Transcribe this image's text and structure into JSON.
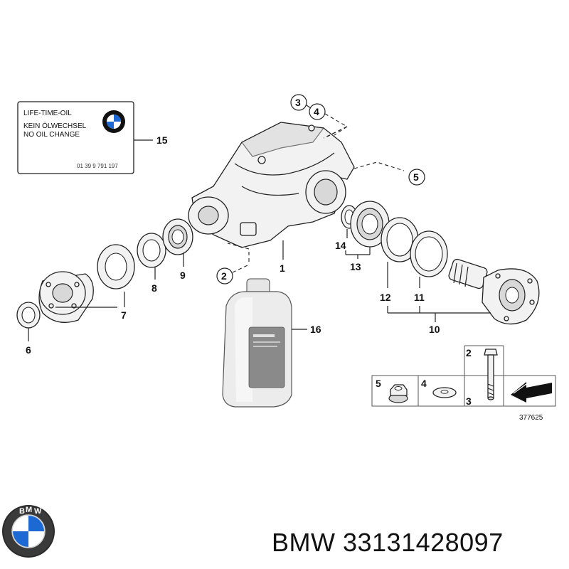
{
  "sticker": {
    "line1": "LIFE-TIME-OIL",
    "line2": "KEIN ÖLWECHSEL",
    "line3": "NO OIL CHANGE",
    "part_number": "01 39 9 791 197"
  },
  "callouts": {
    "c1": "1",
    "c2": "2",
    "c3": "3",
    "c4": "4",
    "c5": "5",
    "c6": "6",
    "c7": "7",
    "c8": "8",
    "c9": "9",
    "c10": "10",
    "c11": "11",
    "c12": "12",
    "c13": "13",
    "c14": "14",
    "c15": "15",
    "c16": "16"
  },
  "hardware_box": {
    "n5": "5",
    "n4": "4",
    "n2": "2",
    "n3": "3"
  },
  "diagram_id": "377625",
  "bottom": {
    "brand": "BMW",
    "part_number": "33131428097",
    "text": "BMW 33131428097"
  },
  "colors": {
    "bmw_blue": "#1c69d4",
    "outline": "#222222",
    "bottle": "#e9e9e9"
  }
}
